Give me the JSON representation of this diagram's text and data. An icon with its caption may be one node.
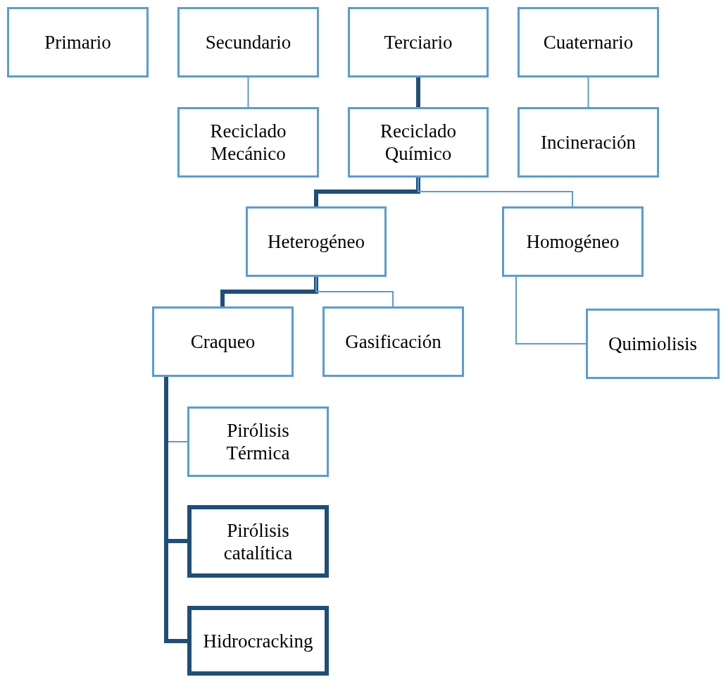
{
  "diagram": {
    "nodes": [
      {
        "text": [
          "Primario"
        ]
      },
      {
        "text": [
          "Secundario"
        ]
      },
      {
        "text": [
          "Terciario"
        ]
      },
      {
        "text": [
          "Cuaternario"
        ]
      },
      {
        "text": [
          "Reciclado Mecánico"
        ]
      },
      {
        "text": [
          "Reciclado Químico"
        ]
      },
      {
        "text": [
          "Incineración"
        ]
      },
      {
        "text": [
          "Heterogéneo"
        ]
      },
      {
        "text": [
          "Homogéneo"
        ]
      },
      {
        "text": [
          "Craqueo"
        ]
      },
      {
        "text": [
          "Gasificación"
        ]
      },
      {
        "text": [
          "Quimiolisis"
        ]
      },
      {
        "text": [
          "Pirólisis Térmica"
        ]
      },
      {
        "text": [
          "Pirólisis catalítica"
        ]
      },
      {
        "text": [
          "Hidrocracking"
        ]
      }
    ],
    "edges": [
      {
        "from": 1,
        "to": 4,
        "arrow": "none"
      },
      {
        "from": 2,
        "to": 5,
        "arrow": "none",
        "style": "thick",
        "color": "#1f4e79"
      },
      {
        "from": 3,
        "to": 6,
        "arrow": "none"
      },
      {
        "from": 5,
        "to": 7,
        "arrow": "none",
        "style": "thick",
        "color": "#1f4e79"
      },
      {
        "from": 5,
        "to": 8,
        "arrow": "none"
      },
      {
        "from": 7,
        "to": 9,
        "arrow": "none",
        "style": "thick",
        "color": "#1f4e79"
      },
      {
        "from": 7,
        "to": 10,
        "arrow": "none"
      },
      {
        "from": 8,
        "to": 11,
        "arrow": "none"
      },
      {
        "from": 9,
        "to": 12,
        "arrow": "none"
      },
      {
        "from": 9,
        "to": 13,
        "arrow": "none",
        "style": "thick",
        "color": "#1f4e79"
      },
      {
        "from": 9,
        "to": 14,
        "arrow": "none",
        "style": "thick",
        "color": "#1f4e79"
      }
    ]
  }
}
